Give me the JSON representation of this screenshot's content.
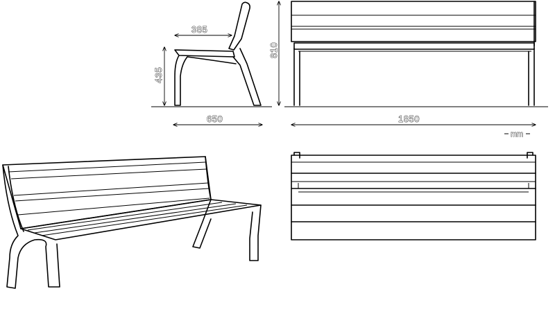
{
  "dimensions": {
    "seat_depth": "385",
    "seat_height": "435",
    "total_height": "810",
    "total_depth": "650",
    "total_length": "1850",
    "unit": "mm"
  }
}
